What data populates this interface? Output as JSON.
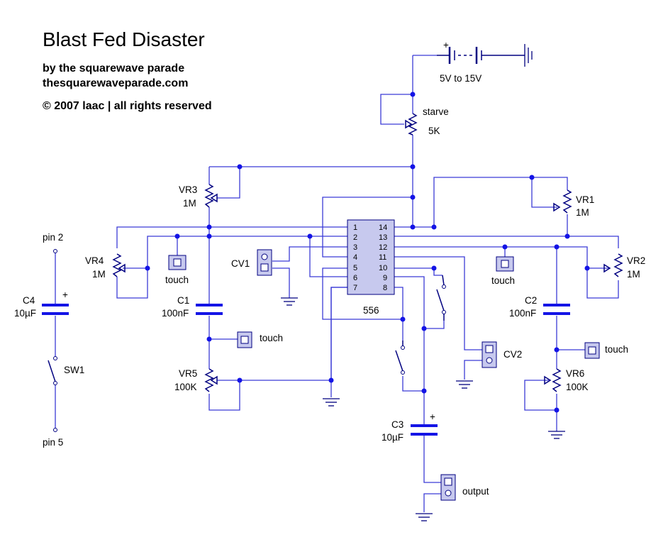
{
  "header": {
    "title": "Blast Fed Disaster",
    "byline": "by the squarewave parade",
    "website": "thesquarewaveparade.com",
    "copyright": "© 2007 laac | all rights reserved"
  },
  "supply": {
    "battery_plus": "+",
    "voltage": "5V to 15V"
  },
  "chip": {
    "name": "556",
    "pins_left": [
      "1",
      "2",
      "3",
      "4",
      "5",
      "6",
      "7"
    ],
    "pins_right": [
      "14",
      "13",
      "12",
      "11",
      "10",
      "9",
      "8"
    ]
  },
  "pots": {
    "starve": {
      "name": "starve",
      "value": "5K"
    },
    "vr1": {
      "name": "VR1",
      "value": "1M"
    },
    "vr2": {
      "name": "VR2",
      "value": "1M"
    },
    "vr3": {
      "name": "VR3",
      "value": "1M"
    },
    "vr4": {
      "name": "VR4",
      "value": "1M"
    },
    "vr5": {
      "name": "VR5",
      "value": "100K"
    },
    "vr6": {
      "name": "VR6",
      "value": "100K"
    }
  },
  "capacitors": {
    "c1": {
      "name": "C1",
      "value": "100nF"
    },
    "c2": {
      "name": "C2",
      "value": "100nF"
    },
    "c3": {
      "name": "C3",
      "value": "10µF",
      "plus": "+"
    },
    "c4": {
      "name": "C4",
      "value": "10µF",
      "plus": "+"
    }
  },
  "touch_label": "touch",
  "connectors": {
    "cv1": "CV1",
    "cv2": "CV2",
    "output": "output"
  },
  "switch": {
    "name": "SW1"
  },
  "pins": {
    "top": "pin 2",
    "bottom": "pin 5"
  },
  "colors": {
    "wire": "#3b3bd6",
    "junction": "#1414e6",
    "component": "#000080",
    "fill": "#c7c9ee"
  }
}
